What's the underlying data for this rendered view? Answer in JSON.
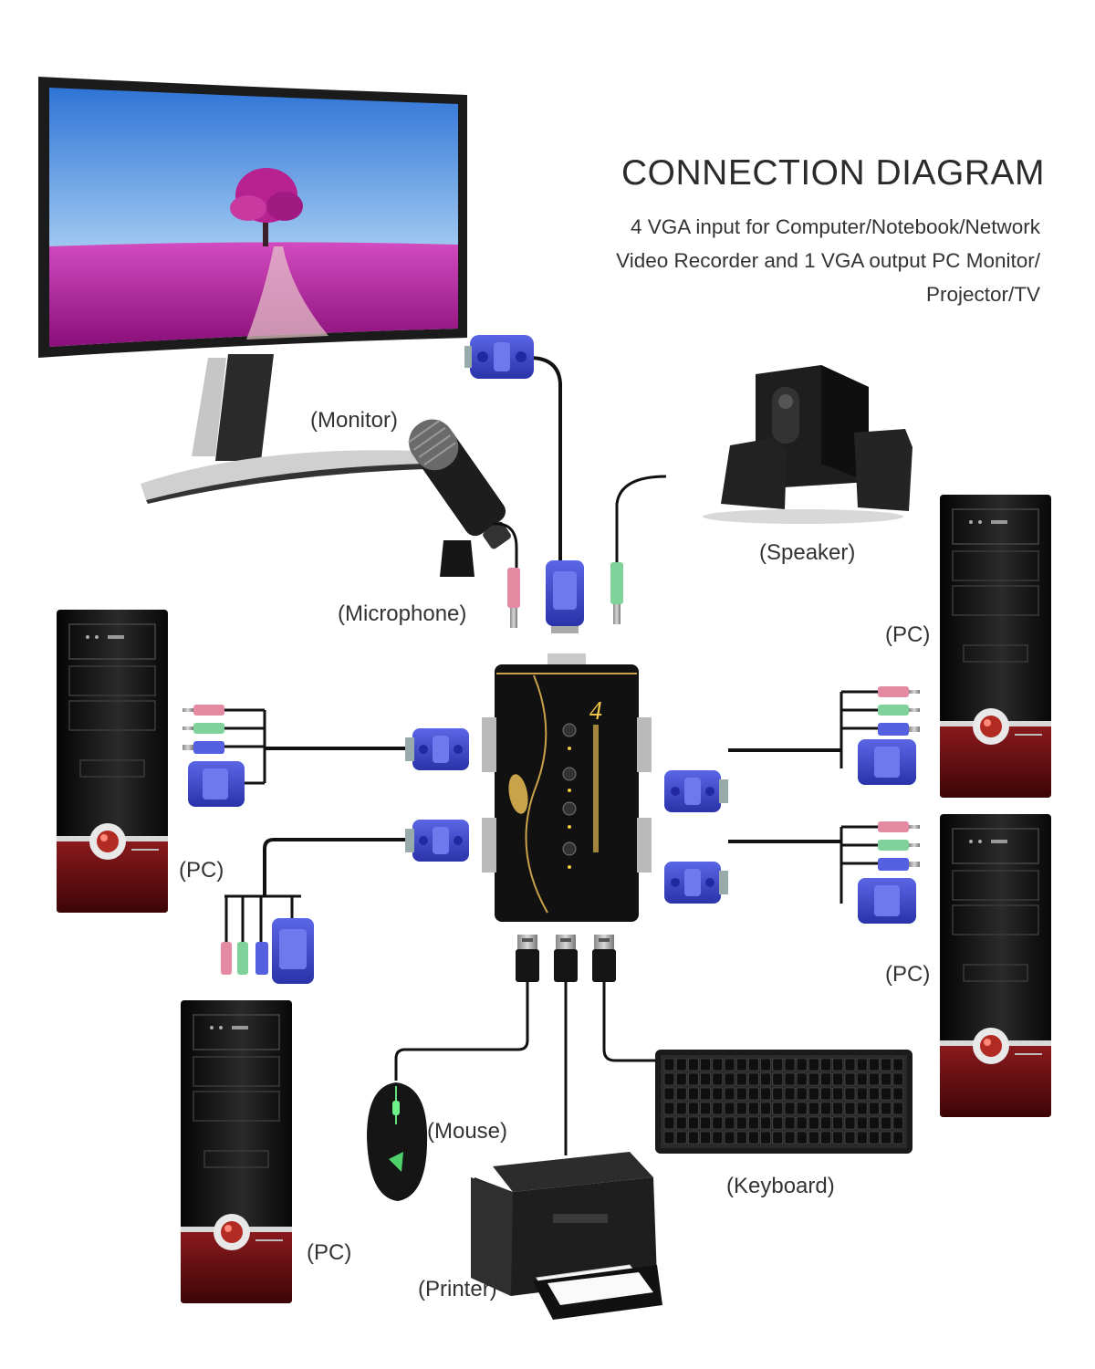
{
  "header": {
    "title": "CONNECTION DIAGRAM",
    "subtitle_lines": [
      "4 VGA input for Computer/Notebook/Network",
      "Video Recorder and 1 VGA output PC Monitor/",
      "Projector/TV"
    ]
  },
  "labels": {
    "monitor": "(Monitor)",
    "microphone": "(Microphone)",
    "speaker": "(Speaker)",
    "pc_top_right": "(PC)",
    "pc_left": "(PC)",
    "pc_mid_right": "(PC)",
    "pc_bottom_left": "(PC)",
    "mouse": "(Mouse)",
    "keyboard": "(Keyboard)",
    "printer": "(Printer)"
  },
  "kvm_switch": {
    "model_mark": "4"
  },
  "colors": {
    "vga_blue": "#3a44c8",
    "case_black": "#0c0c0c",
    "case_red": "#6a0f12",
    "kvm_gold": "#c9a24a",
    "mic_pink": "#e58aa3",
    "audio_green": "#7fd39a",
    "screen_purple": "#b0209a"
  }
}
